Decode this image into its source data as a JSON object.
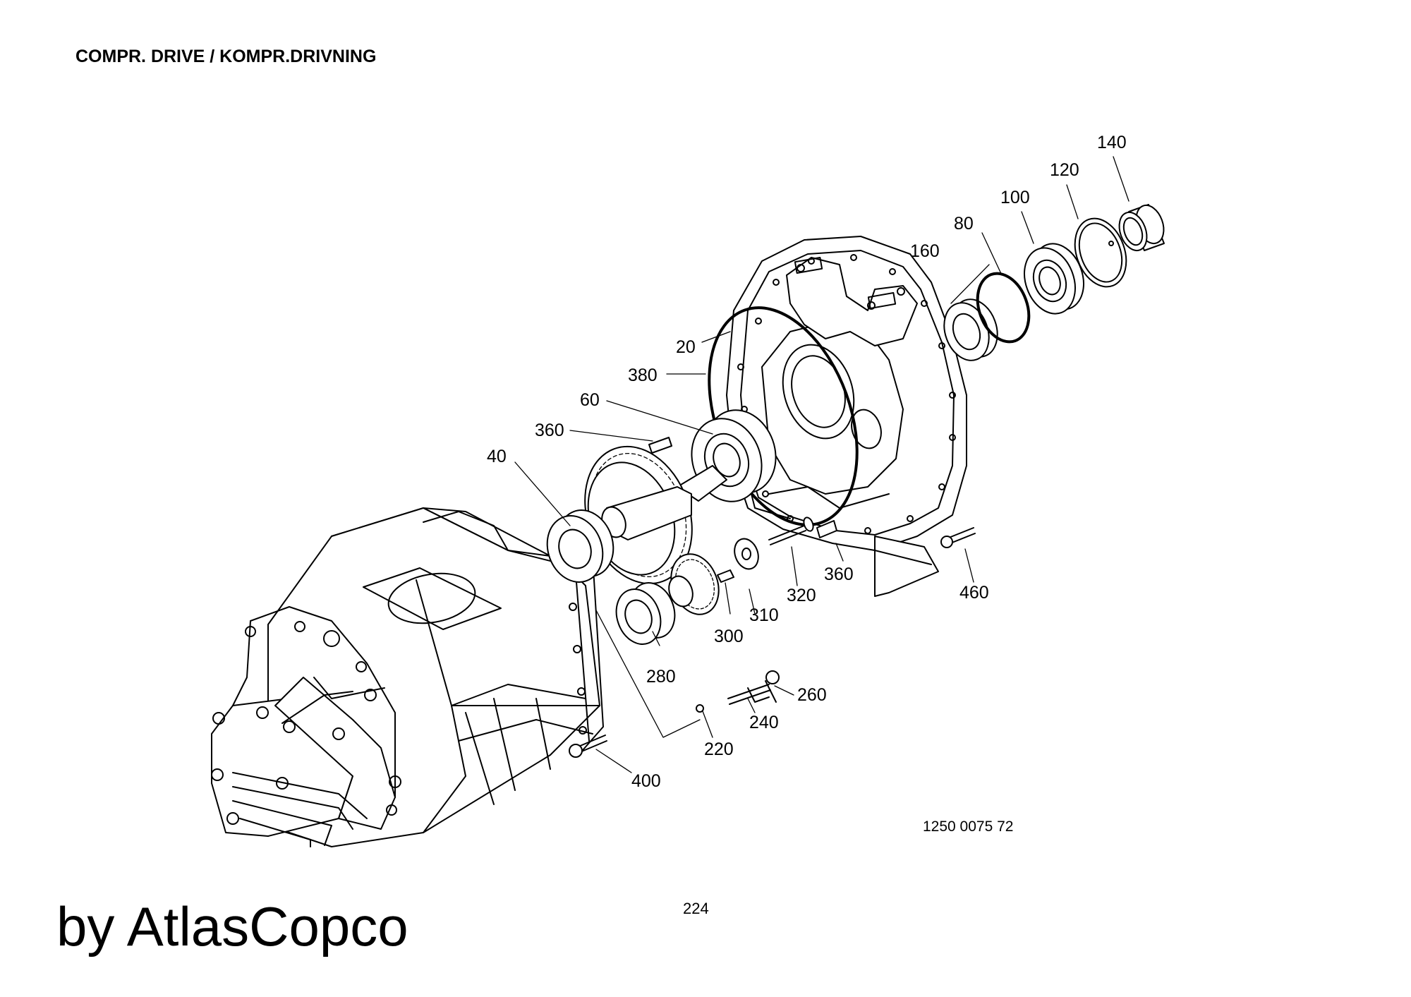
{
  "header": {
    "title": "COMPR. DRIVE / KOMPR.DRIVNING"
  },
  "diagram": {
    "type": "exploded-parts-drawing",
    "part_numbers": [
      "20",
      "40",
      "60",
      "80",
      "100",
      "120",
      "140",
      "160",
      "220",
      "240",
      "260",
      "280",
      "300",
      "310",
      "320",
      "360",
      "360",
      "380",
      "400",
      "460"
    ],
    "drawing_number": "1250 0075 72"
  },
  "footer": {
    "page_number": "224",
    "watermark": "by AtlasCopco"
  }
}
